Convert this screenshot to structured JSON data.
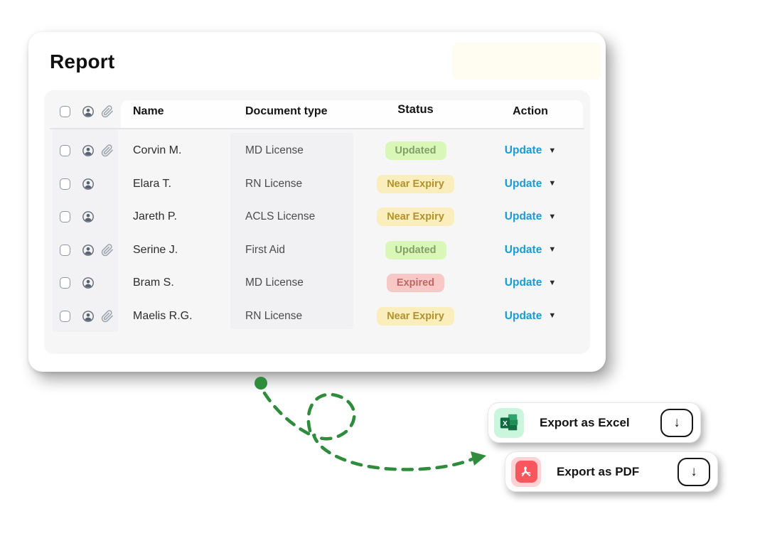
{
  "card": {
    "title": "Report"
  },
  "table": {
    "headers": {
      "name": "Name",
      "document_type": "Document type",
      "status": "Status",
      "action": "Action"
    },
    "rows": [
      {
        "name": "Corvin M.",
        "document_type": "MD License",
        "status": "Updated",
        "action": "Update",
        "has_attachment": true
      },
      {
        "name": "Elara T.",
        "document_type": "RN License",
        "status": "Near Expiry",
        "action": "Update",
        "has_attachment": false
      },
      {
        "name": "Jareth P.",
        "document_type": "ACLS License",
        "status": "Near Expiry",
        "action": "Update",
        "has_attachment": false
      },
      {
        "name": "Serine J.",
        "document_type": "First Aid",
        "status": "Updated",
        "action": "Update",
        "has_attachment": true
      },
      {
        "name": "Bram S.",
        "document_type": "MD License",
        "status": "Expired",
        "action": "Update",
        "has_attachment": false
      },
      {
        "name": "Maelis R.G.",
        "document_type": "RN License",
        "status": "Near Expiry",
        "action": "Update",
        "has_attachment": true
      }
    ],
    "status_styles": {
      "Updated": {
        "bg": "#d9f8b7",
        "text": "#84a069"
      },
      "Near Expiry": {
        "bg": "#fbeebd",
        "text": "#b2922e"
      },
      "Expired": {
        "bg": "#f7c8c5",
        "text": "#b96a66"
      }
    },
    "caret_glyph": "▼"
  },
  "export": {
    "excel": {
      "label": "Export as Excel"
    },
    "pdf": {
      "label": "Export as PDF"
    },
    "download_glyph": "↓",
    "excel_x_glyph": "X"
  },
  "colors": {
    "link_color": "#1a9bd5",
    "arrow_green": "#2e8c3c",
    "table_bg": "#f6f6f7",
    "ghost_bg": "#fffdf2",
    "badge_updated_bg": "#d9f8b7",
    "badge_near_expiry_bg": "#fbeebd",
    "badge_expired_bg": "#f7c8c5"
  }
}
